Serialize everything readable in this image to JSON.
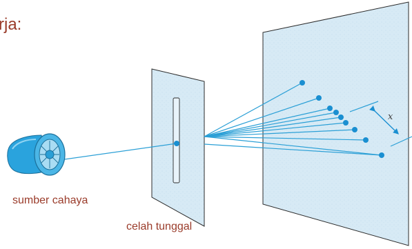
{
  "header_fragment": "rja:",
  "labels": {
    "light_source": "sumber cahaya",
    "single_slit": "celah tunggal",
    "distance": "x"
  },
  "colors": {
    "panel_fill": "#d7eaf5",
    "panel_edge": "#2b2b2b",
    "ray": "#2a9fd6",
    "dot": "#1a8fd1",
    "text": "#9a3b2a"
  },
  "icons": [
    "light-bulb-icon"
  ]
}
